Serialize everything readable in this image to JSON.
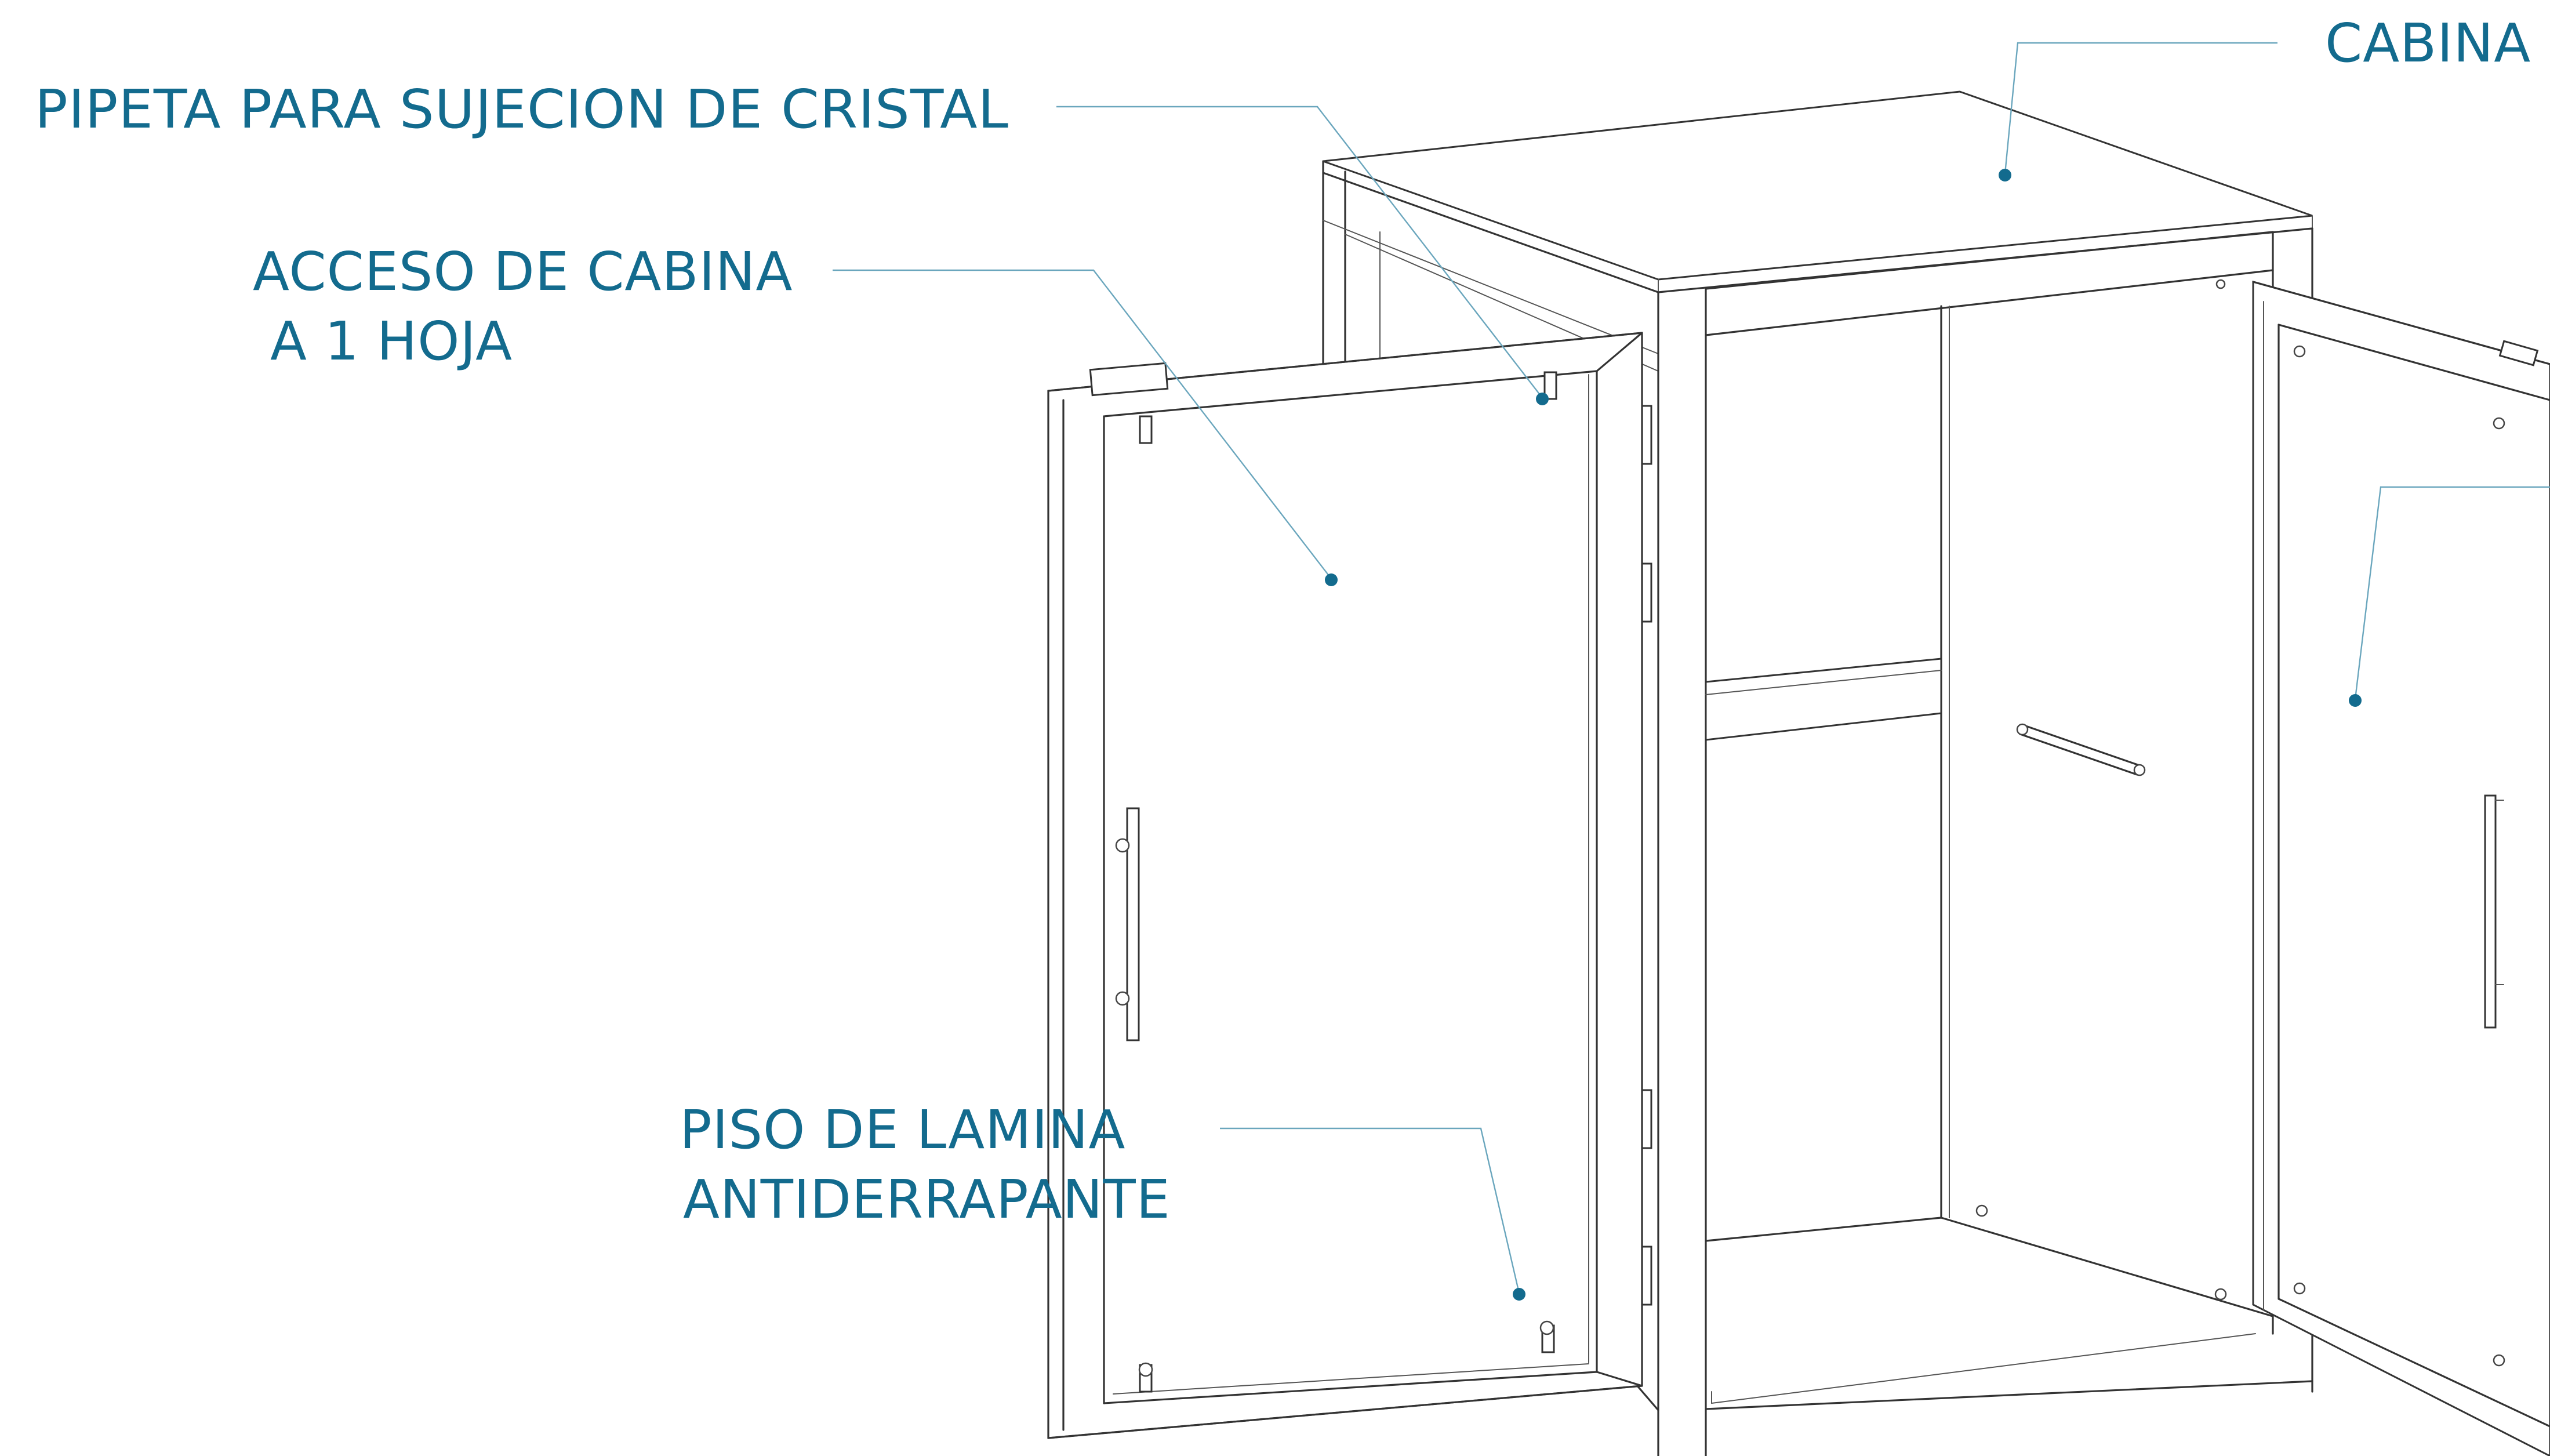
{
  "diagram": {
    "accent_color": "#136b8e",
    "leader_color": "#6aa6bd",
    "line_color": "#333333",
    "labels": {
      "cabina": "CABINA",
      "pipeta": "PIPETA PARA SUJECION DE CRISTAL",
      "acceso_line1": "ACCESO DE CABINA",
      "acceso_line2": "A 1 HOJA",
      "piso_line1": "PISO DE LAMINA",
      "piso_line2": "ANTIDERRAPANTE"
    }
  }
}
